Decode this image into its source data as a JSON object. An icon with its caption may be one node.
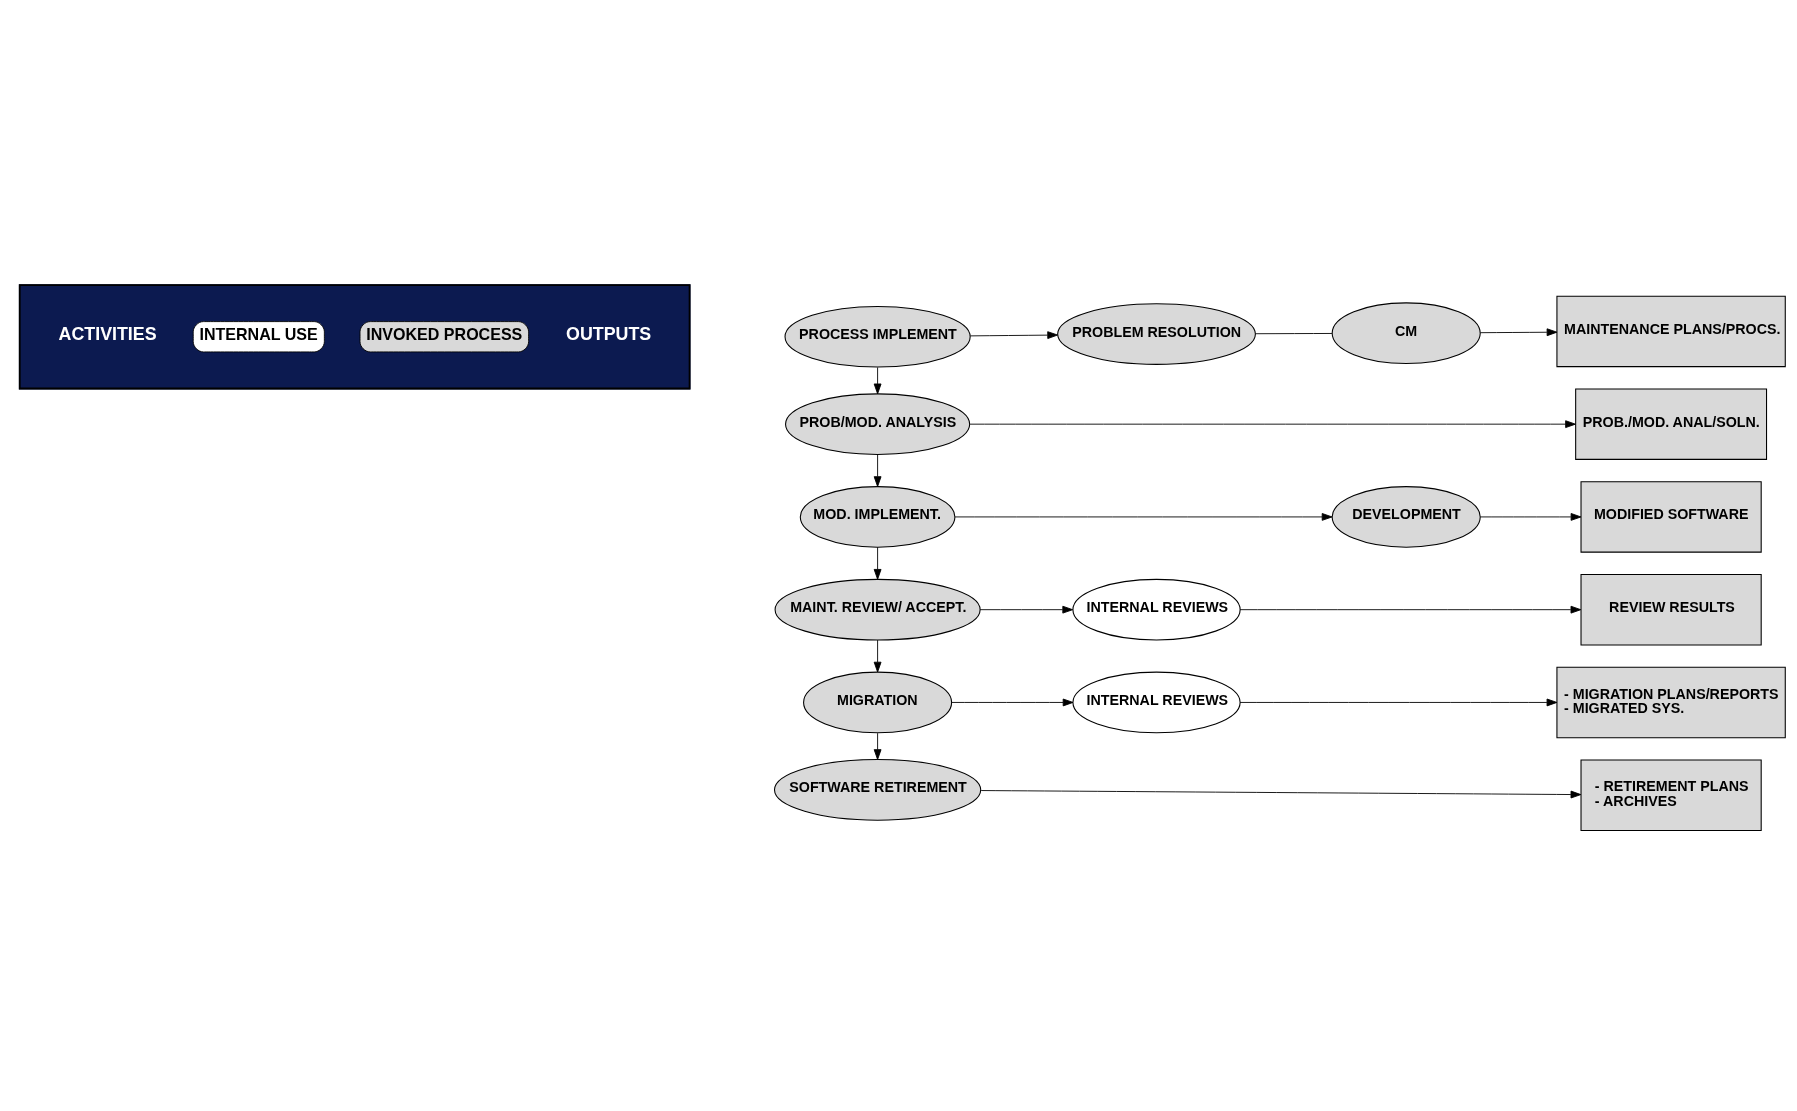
{
  "diagram": {
    "nodes": [
      {
        "text": [
          "PROCESS IMPLEMENT"
        ]
      },
      {
        "text": [
          "PROBLEM RESOLUTION"
        ]
      },
      {
        "text": [
          "CM"
        ]
      },
      {
        "text": [
          "MAINTENANCE PLANS/PROCS."
        ]
      },
      {
        "text": [
          "PROB/MOD. ANALYSIS"
        ]
      },
      {
        "text": [
          "PROB./MOD. ANAL/SOLN."
        ]
      },
      {
        "text": [
          "MOD. IMPLEMENT."
        ]
      },
      {
        "text": [
          "DEVELOPMENT"
        ]
      },
      {
        "text": [
          "MODIFIED SOFTWARE"
        ]
      },
      {
        "text": [
          "MAINT. REVIEW/ ACCEPT."
        ]
      },
      {
        "text": [
          "INTERNAL REVIEWS"
        ]
      },
      {
        "text": [
          "REVIEW RESULTS"
        ]
      },
      {
        "text": [
          "MIGRATION"
        ]
      },
      {
        "text": [
          "INTERNAL REVIEWS"
        ]
      },
      {
        "text": [
          "- MIGRATION PLANS/REPORTS",
          "- MIGRATED SYS."
        ]
      },
      {
        "text": [
          "SOFTWARE RETIREMENT"
        ]
      },
      {
        "text": [
          "- RETIREMENT PLANS",
          "- ARCHIVES"
        ]
      }
    ],
    "edges": [
      {
        "from": 0,
        "to": 1,
        "arrow": "to"
      },
      {
        "from": 1,
        "to": 2,
        "arrow": "none"
      },
      {
        "from": 2,
        "to": 3,
        "arrow": "to"
      },
      {
        "from": 0,
        "to": 4,
        "arrow": "to"
      },
      {
        "from": 4,
        "to": 5,
        "arrow": "to"
      },
      {
        "from": 4,
        "to": 6,
        "arrow": "to"
      },
      {
        "from": 6,
        "to": 7,
        "arrow": "to"
      },
      {
        "from": 7,
        "to": 8,
        "arrow": "to"
      },
      {
        "from": 6,
        "to": 9,
        "arrow": "to"
      },
      {
        "from": 9,
        "to": 10,
        "arrow": "to"
      },
      {
        "from": 10,
        "to": 11,
        "arrow": "to"
      },
      {
        "from": 9,
        "to": 12,
        "arrow": "to"
      },
      {
        "from": 12,
        "to": 13,
        "arrow": "to"
      },
      {
        "from": 13,
        "to": 14,
        "arrow": "to"
      },
      {
        "from": 12,
        "to": 15,
        "arrow": "to"
      },
      {
        "from": 15,
        "to": 16,
        "arrow": "to"
      }
    ],
    "labels": [
      "ACTIVITIES",
      "OUTPUTS"
    ],
    "legend": [
      {
        "text": "INTERNAL USE",
        "color": "#ffffff"
      },
      {
        "text": "INVOKED PROCESS",
        "color": "#d9d9d9"
      }
    ]
  }
}
